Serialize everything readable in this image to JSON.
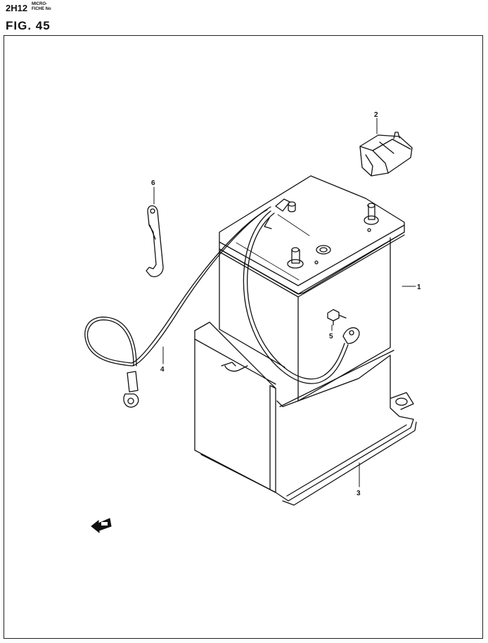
{
  "header": {
    "fiche_code": "2H12",
    "fiche_label_line1": "MICRO-",
    "fiche_label_line2": "FICHE No",
    "figure_label": "FIG. 45"
  },
  "callouts": [
    {
      "id": "1",
      "part": "battery"
    },
    {
      "id": "2",
      "part": "terminal-cover"
    },
    {
      "id": "3",
      "part": "battery-tray"
    },
    {
      "id": "4",
      "part": "battery-cable"
    },
    {
      "id": "5",
      "part": "terminal-bolt"
    },
    {
      "id": "6",
      "part": "ground-strap"
    }
  ],
  "icons": [
    "front-direction-arrow-icon"
  ]
}
